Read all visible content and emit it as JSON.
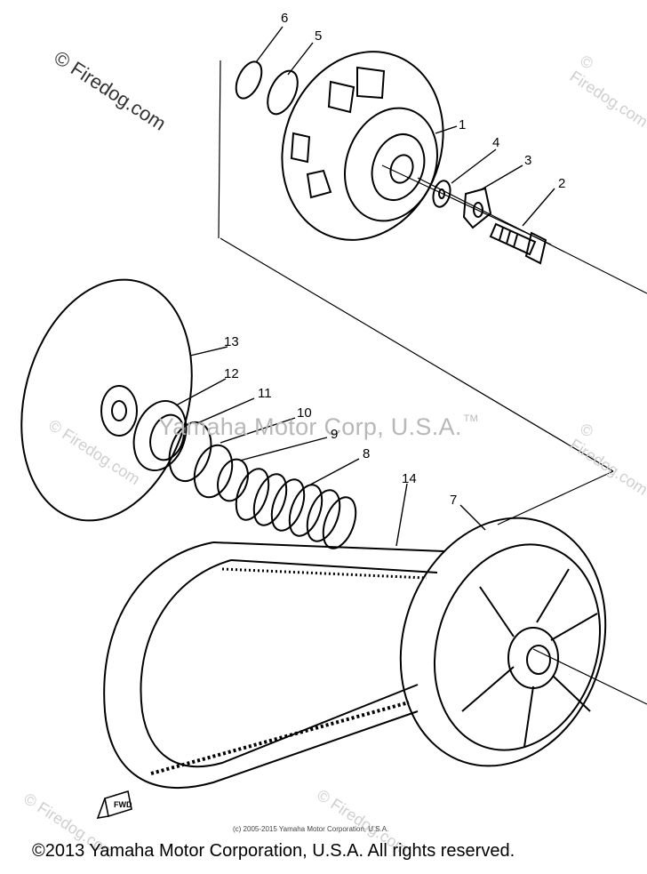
{
  "watermark": {
    "main": "© Firedog.com",
    "center": "Yamaha Motor Corp, U.S.A.",
    "center_tm": "TM",
    "small": "© Firedog.com"
  },
  "callouts": [
    "1",
    "2",
    "3",
    "4",
    "5",
    "6",
    "7",
    "8",
    "9",
    "10",
    "11",
    "12",
    "13",
    "14"
  ],
  "direction_label": "FWD",
  "small_copyright": "(c) 2005-2015 Yamaha Motor Corporation, U.S.A.",
  "copyright": "©2013 Yamaha Motor Corporation, U.S.A. All rights reserved."
}
